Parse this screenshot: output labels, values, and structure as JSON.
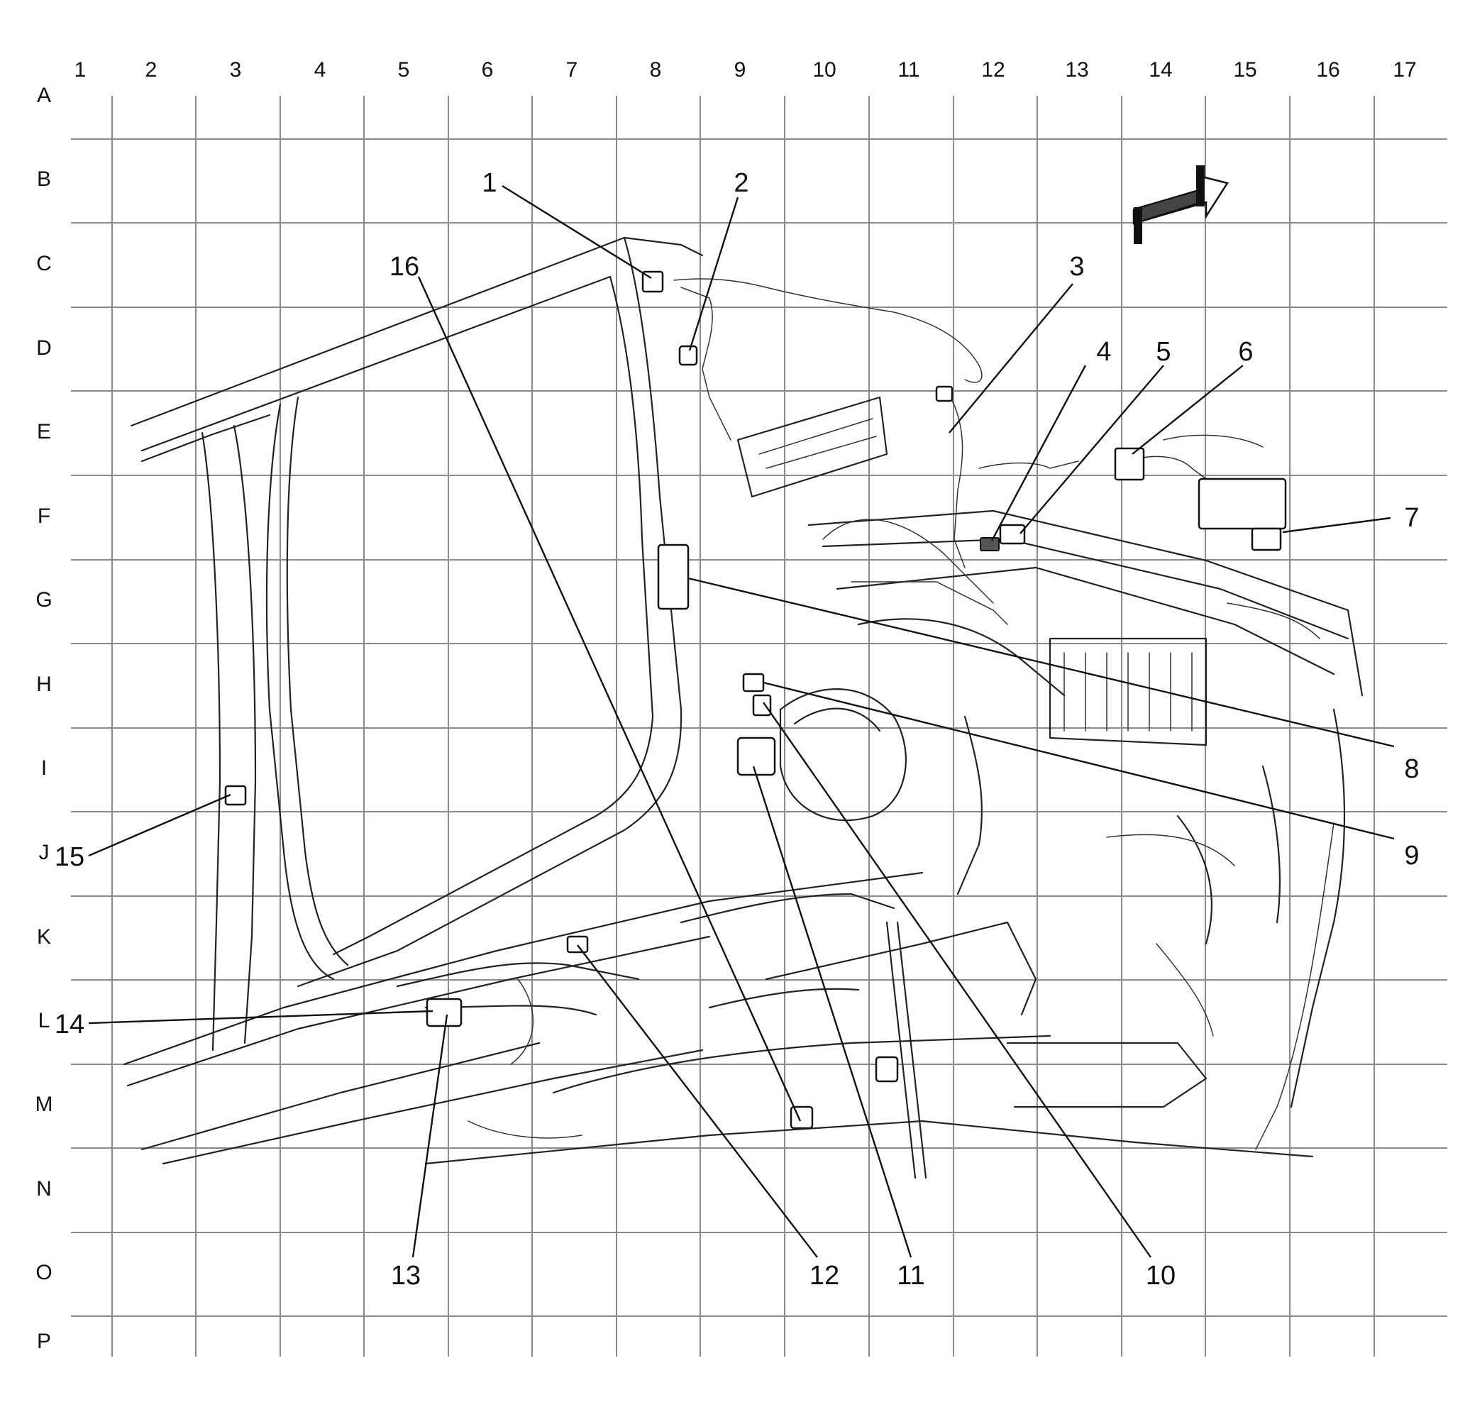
{
  "grid": {
    "columns": [
      "1",
      "2",
      "3",
      "4",
      "5",
      "6",
      "7",
      "8",
      "9",
      "10",
      "11",
      "12",
      "13",
      "14",
      "15",
      "16",
      "17"
    ],
    "rows": [
      "A",
      "B",
      "C",
      "D",
      "E",
      "F",
      "G",
      "H",
      "I",
      "J",
      "K",
      "L",
      "M",
      "N",
      "O",
      "P"
    ]
  },
  "callouts": [
    "1",
    "2",
    "3",
    "4",
    "5",
    "6",
    "7",
    "8",
    "9",
    "10",
    "11",
    "12",
    "13",
    "14",
    "15",
    "16"
  ],
  "orientation_icon": "front-direction-arrow-icon"
}
